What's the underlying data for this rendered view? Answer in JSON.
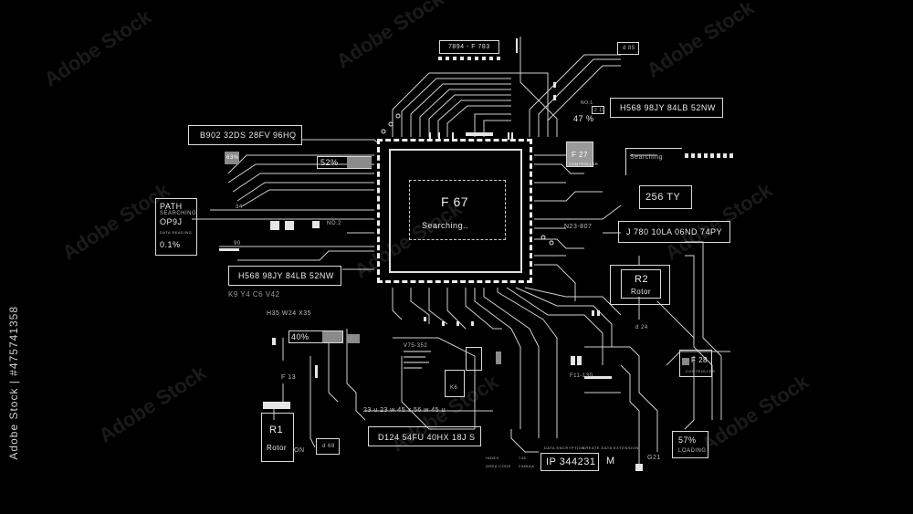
{
  "main_chip": {
    "title": "F 67",
    "status": "Searching.."
  },
  "top_box": {
    "text": "7894  -  F 783"
  },
  "top_right_tag": "d 85",
  "label_b902": "B902  32DS  28FV  96HQ",
  "label_63": "63%",
  "label_52": "52%",
  "path_panel": {
    "title": "PATH",
    "sub": "SEARCHING",
    "id": "OP9J",
    "tiny": "DATA READING",
    "value": "0.1%"
  },
  "label_34": "34",
  "label_90": "90",
  "label_no2": "NO.2",
  "label_h568_left": "H568  98JY  84LB  52NW",
  "label_k9": "K9 Y4 C6 V42",
  "label_h35": "H35  W24  X35",
  "label_40": "40%",
  "label_f13": "F 13",
  "r1": {
    "title": "R1",
    "sub": "Rotor"
  },
  "label_on": "ON",
  "label_d68": "d 68",
  "label_v75": "V75-352",
  "label_k6": "K6",
  "label_sequence": "23  u 23  w 45  x 56  w 45  u",
  "label_d124": "D124  54FU  40HX  18J S",
  "index_table": {
    "index": "INDEX",
    "index_val": "746",
    "area": "AREA CODE",
    "area_val": "2385AA"
  },
  "ip_panel": {
    "tiny_left": "DATA ENCRYPTION",
    "tiny_right": "CREATE DATA EXTENSION",
    "ip": "IP  344231",
    "m": "M"
  },
  "label_f11": "F11-130",
  "label_g21": "G21",
  "label_no1": "NO.1",
  "label_210": "2 10",
  "label_47": "47 %",
  "label_h568_right": "H568  98JY  84LB  52NW",
  "f27": {
    "title": "F 27",
    "sub": "CONTROLLER"
  },
  "searching_right": "Searching",
  "label_256": "256 TY",
  "label_n23": "N23-807",
  "label_j780": "J 780  10LA  06ND  74PY",
  "r2": {
    "title": "R2",
    "sub": "Rotor"
  },
  "label_d24": "d 24",
  "f28": {
    "title": "F 28",
    "sub": "CONTROLLER"
  },
  "loading": {
    "value": "57%",
    "label": "LOADING"
  },
  "watermark": {
    "text": "Adobe Stock",
    "side": "Adobe Stock | #475741358"
  }
}
